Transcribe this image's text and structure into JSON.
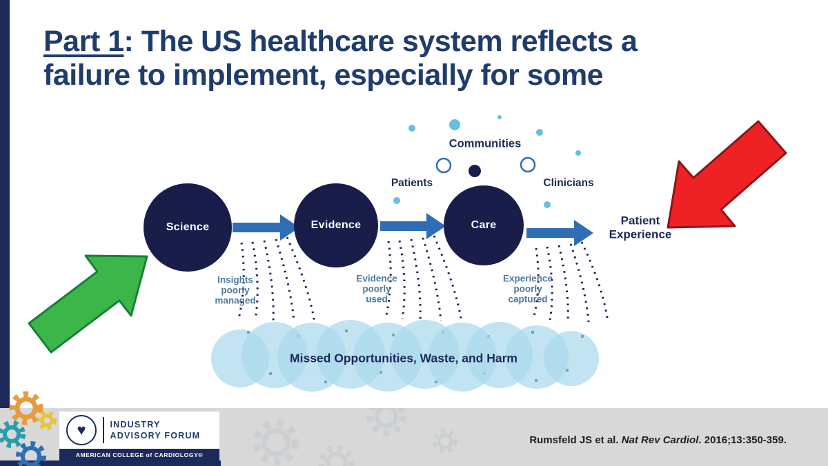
{
  "slide": {
    "title": {
      "part": "Part 1",
      "rest": ": The US healthcare system reflects a\nfailure to implement, especially for some"
    }
  },
  "diagram": {
    "nodes": [
      {
        "label": "Science"
      },
      {
        "label": "Evidence"
      },
      {
        "label": "Care"
      }
    ],
    "outcome_label": "Patient\nExperience",
    "stakeholders": [
      {
        "label": "Patients"
      },
      {
        "label": "Communities"
      },
      {
        "label": "Clinicians"
      }
    ],
    "leaks": [
      {
        "label": "Insights\npoorly\nmanaged"
      },
      {
        "label": "Evidence\npoorly\nused"
      },
      {
        "label": "Experience\npoorly\ncaptured"
      }
    ],
    "cloud_label": "Missed Opportunities, Waste, and Harm"
  },
  "footer": {
    "org": {
      "line1": "INDUSTRY",
      "line2": "ADVISORY FORUM",
      "bar": "AMERICAN COLLEGE of CARDIOLOGY®"
    },
    "citation": {
      "prefix": "Rumsfeld JS et al. ",
      "journal": "Nat Rev Cardiol",
      "suffix": ". 2016;13:350-359."
    }
  },
  "colors": {
    "navy-dark": "#181d4a",
    "navy-text": "#1f3c6d",
    "label-navy": "#1d2a55",
    "arrow-blue": "#2f6eb5",
    "dot-blue": "#66c0df",
    "cloud-blue": "#a8d8ec",
    "leak-text": "#4d7a9e",
    "green": "#3cb649",
    "green-dark": "#15803a",
    "red": "#ee2224",
    "red-dark": "#8f1418",
    "footer-gray": "#d8d8d8",
    "footer-navy": "#1b2a5a",
    "gear-orange": "#e79b3f",
    "gear-teal": "#2a9daa",
    "gear-blue": "#2f6eb5",
    "gear-gold": "#e8c23a",
    "gear-gray": "#cccfd2",
    "citation-text": "#1f1f1f"
  }
}
